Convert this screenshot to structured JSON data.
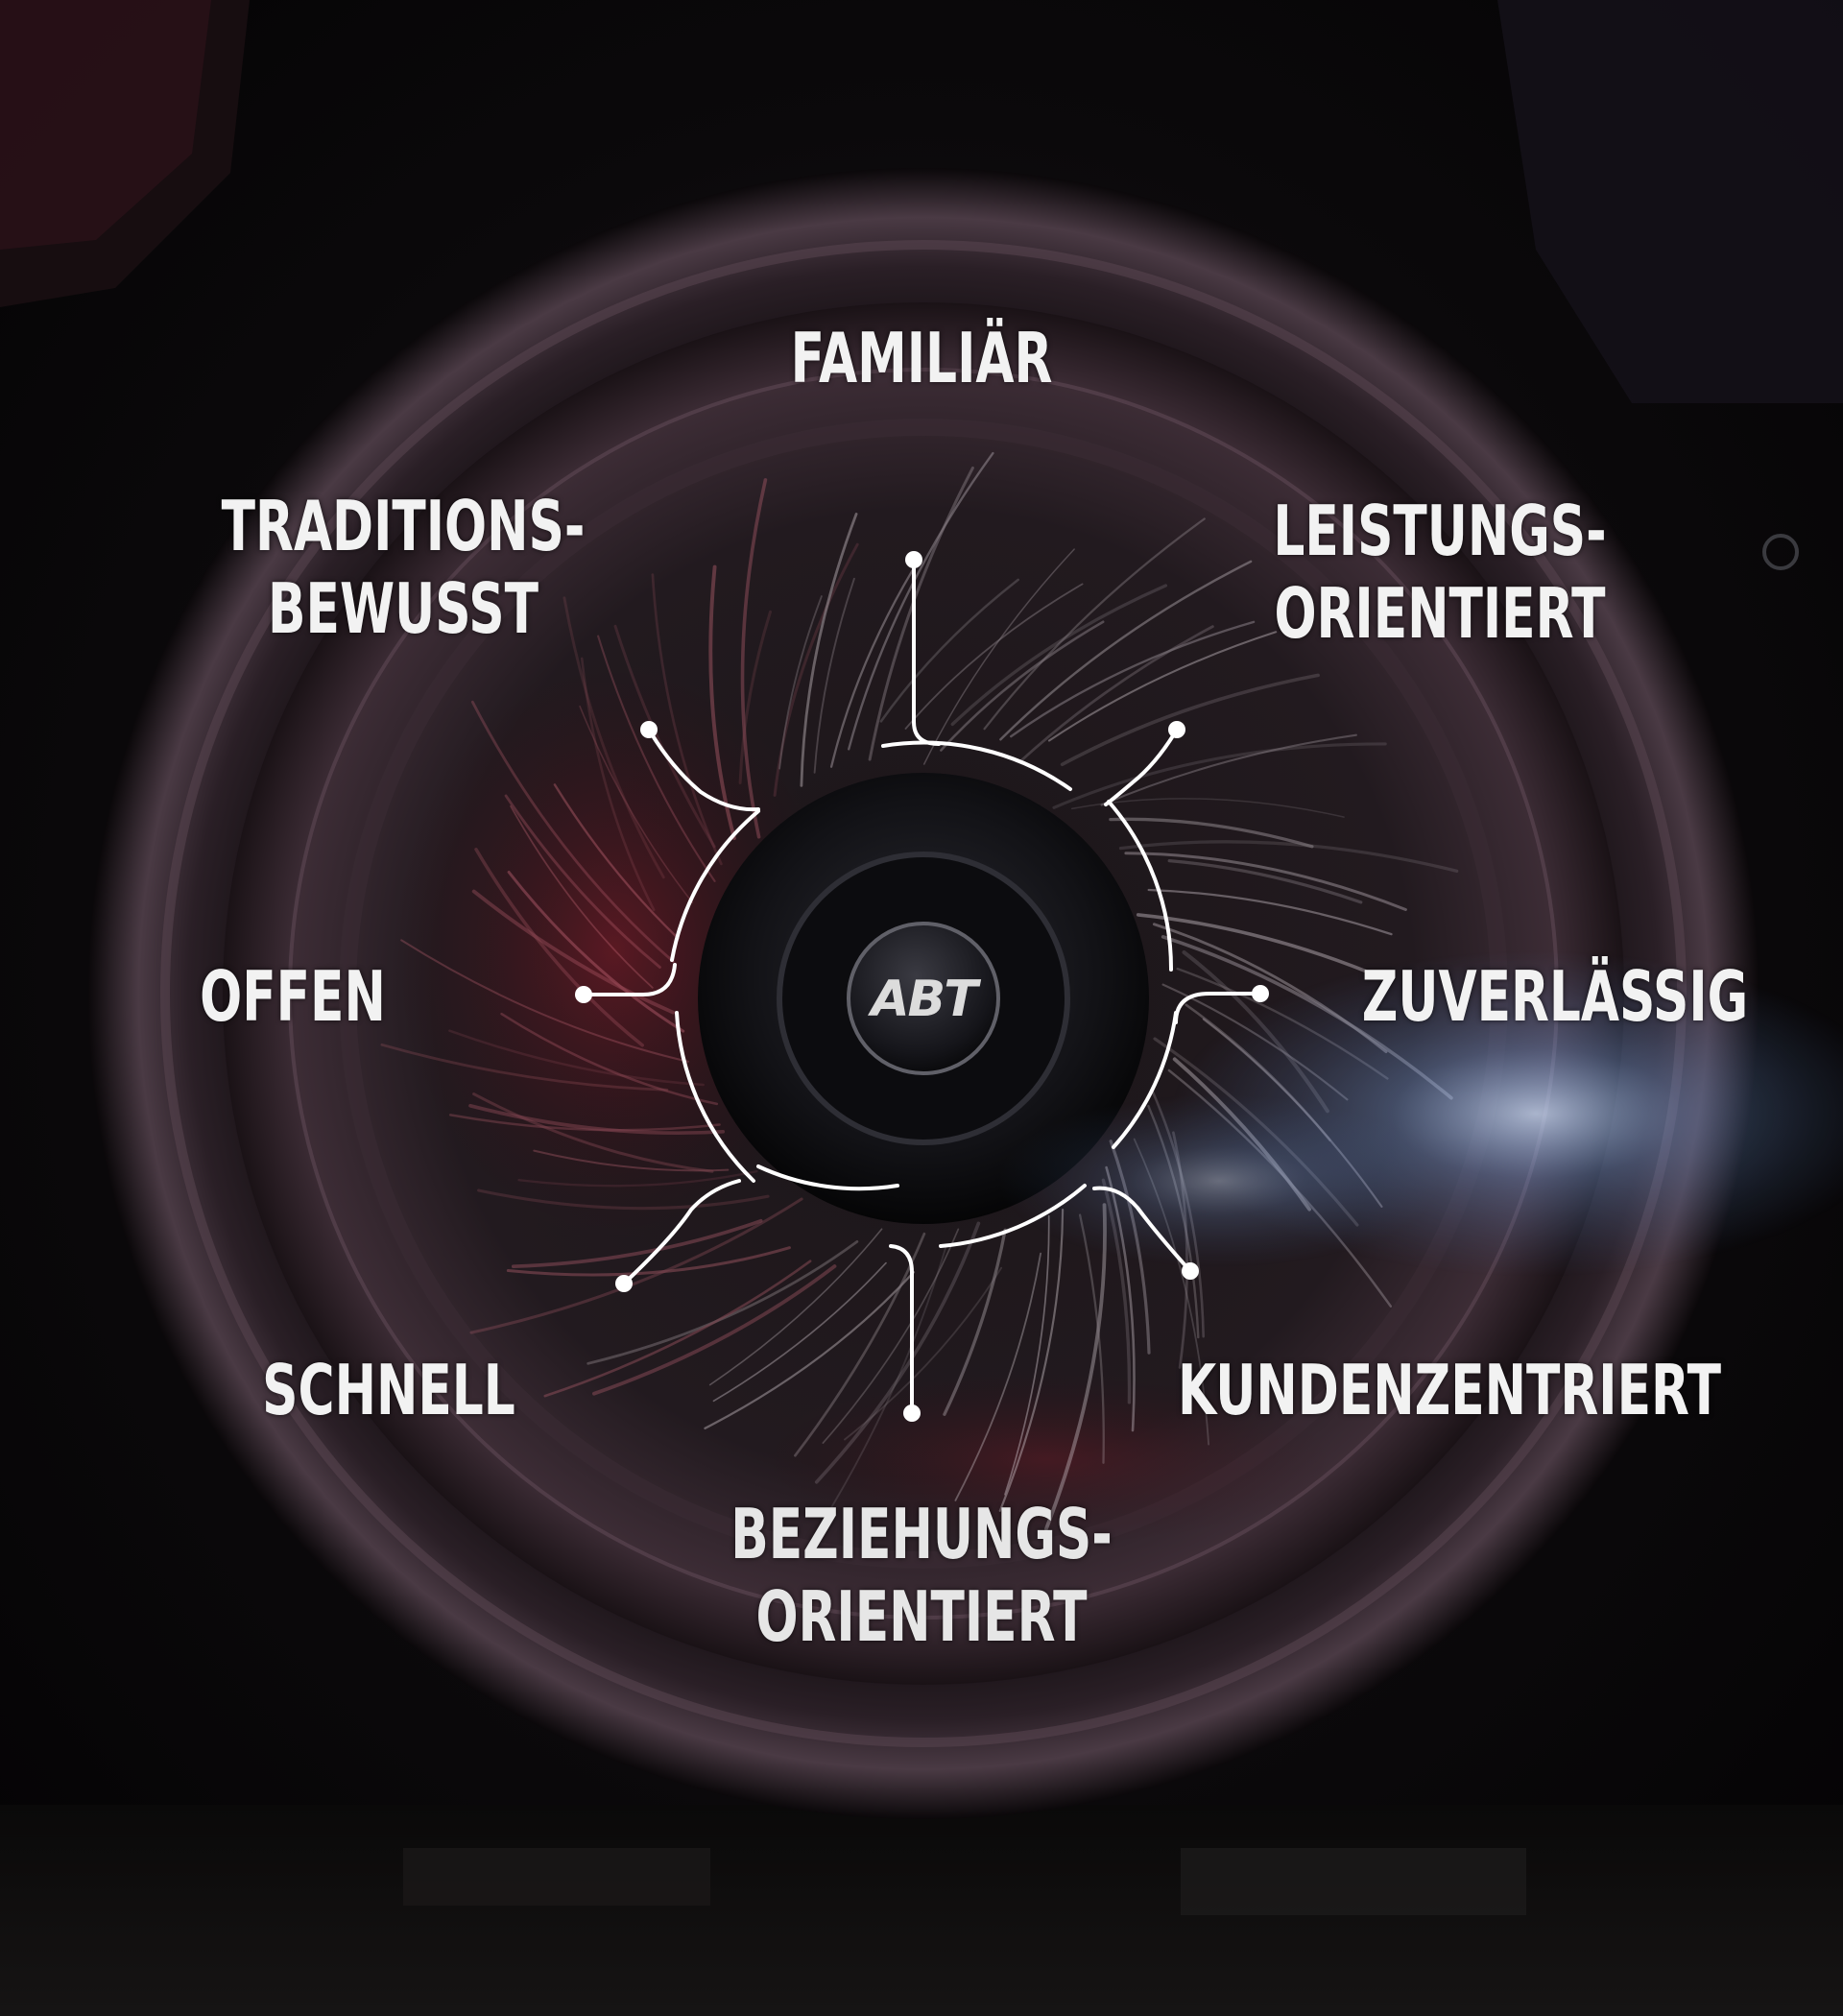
{
  "hub_logo": "ABT",
  "labels": {
    "familiaer": "FAMILIÄR",
    "traditions_line1": "TRADITIONS-",
    "traditions_line2": "BEWUSST",
    "leistungs_line1": "LEISTUNGS-",
    "leistungs_line2": "ORIENTIERT",
    "offen": "OFFEN",
    "zuverlaessig": "ZUVERLÄSSIG",
    "schnell": "SCHNELL",
    "kunden": "KUNDENZENTRIERT",
    "beziehungs_line1": "BEZIEHUNGS-",
    "beziehungs_line2": "ORIENTIERT"
  },
  "colors": {
    "background": "#070608",
    "text": "#f2f2f2",
    "lines": "#ffffff",
    "brake_red": "#6a1420",
    "blue_glow": "#9cc3ff"
  }
}
